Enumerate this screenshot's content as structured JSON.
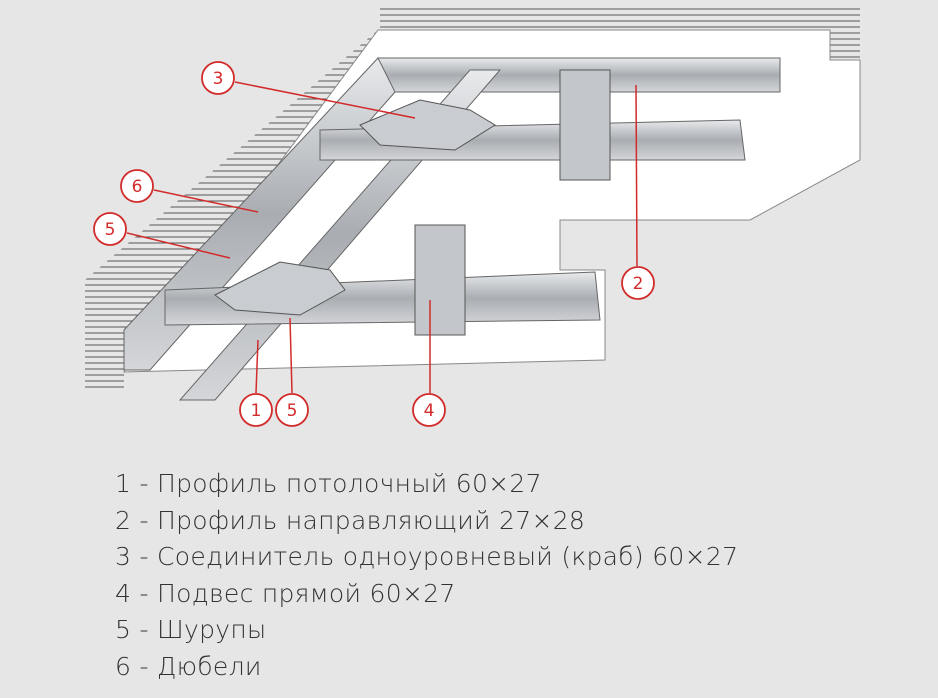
{
  "callouts": [
    "3",
    "6",
    "5",
    "1",
    "5",
    "4",
    "2"
  ],
  "legend": [
    "1 - Профиль потолочный 60×27",
    "2 - Профиль направляющий 27×28",
    "3 - Соединитель одноуровневый (краб) 60×27",
    "4 - Подвес прямой 60×27",
    "5 - Шурупы",
    "6 - Дюбели"
  ],
  "colors": {
    "callout": "#d22b2b",
    "background": "#e6e6e6",
    "metal": "#b9bcc0"
  }
}
